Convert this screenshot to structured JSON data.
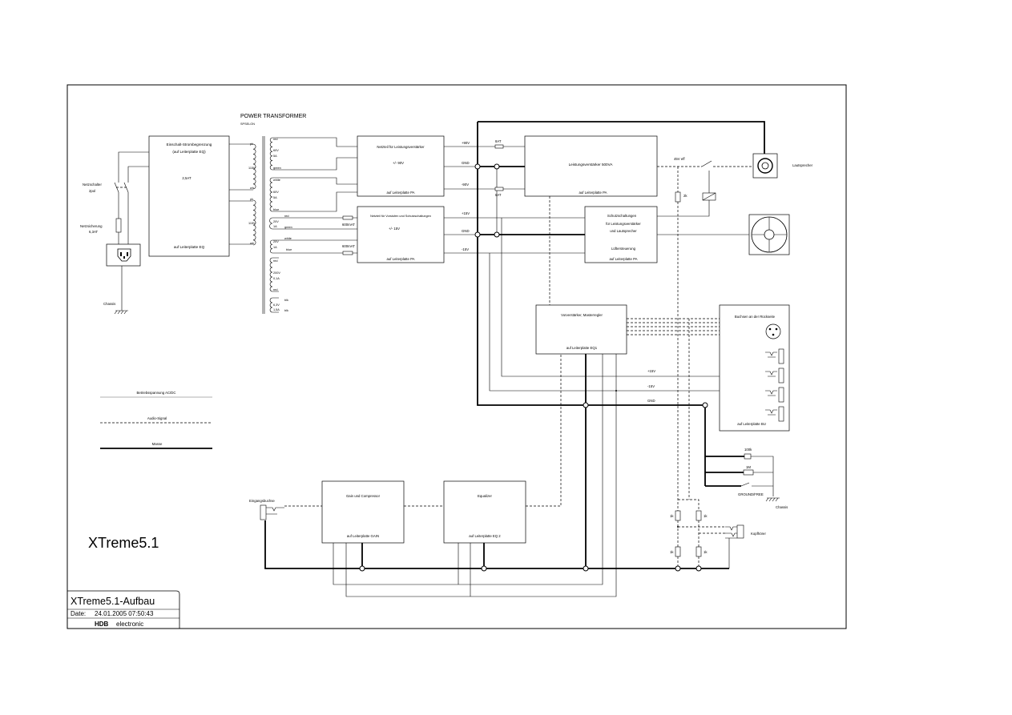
{
  "title": "XTreme5.1",
  "title_block": {
    "name": "XTreme5.1-Aufbau",
    "date_label": "Date:",
    "date": "24.01.2005 07:50:43",
    "logo": "HDB",
    "company": "electronic"
  },
  "legend": {
    "supply": "Betriebsspannung AC/DC",
    "audio": "Audio-Signal",
    "ground": "Masse"
  },
  "mains": {
    "switch_label": "Netzschalter",
    "switch_type": "2pol",
    "fuse_label": "Netzsicherung",
    "fuse_rating": "6,3AT",
    "chassis": "Chassis"
  },
  "inrush_limiter": {
    "title": "Einschalt-Strombegrenzung",
    "subtitle": "(auf Leiterplatte EQ)",
    "fuse": "2,5AT",
    "board": "auf Leiterplatte EQ"
  },
  "transformer": {
    "title": "POWER TRANSFORMER",
    "subtitle": "SPSELON",
    "primary": [
      {
        "top": "pk",
        "voltage": "115V",
        "bottom": "wh"
      },
      {
        "top": "pk",
        "voltage": "115V",
        "bottom": "wh"
      }
    ],
    "secondary": [
      {
        "top": "red",
        "voltage": "60V",
        "current": "5A",
        "bottom": "green"
      },
      {
        "top": "white",
        "voltage": "60V",
        "current": "5A",
        "bottom": "blue"
      },
      {
        "top": "red",
        "voltage": "20V",
        "current": "1A",
        "bottom": "green"
      },
      {
        "top": "white",
        "voltage": "20V",
        "current": "1A",
        "bottom": "blue"
      },
      {
        "top": "red",
        "voltage": "200V",
        "current": "0,1A",
        "bottom": "red"
      },
      {
        "top": "blk",
        "voltage": "6,3V",
        "current": "1,5A",
        "bottom": "blk"
      }
    ]
  },
  "fuses": [
    "600mAT",
    "600mAT",
    "8AT",
    "8AT"
  ],
  "psu_amp": {
    "title": "Netzteil für Leistungsverstärker",
    "voltage": "+/- 90V",
    "board": "auf Leiterplatte PA",
    "rails": [
      "+90V",
      "GND",
      "-90V"
    ]
  },
  "psu_aux": {
    "title": "Netzteil für Vorstufen und Schutzschaltungen",
    "voltage": "+/- 15V",
    "board": "auf Leiterplatte PA",
    "rails": [
      "+15V",
      "GND",
      "-15V"
    ]
  },
  "power_amp": {
    "title": "Leistungsverstärker 500VA",
    "board": "auf Leiterplatte PA",
    "output": "45V eff",
    "resistor": "2k"
  },
  "speaker": "Lautsprecher",
  "protection": {
    "line1": "Schutzschaltungen",
    "line2": "für Leistungsverstärker",
    "line3": "und Lautsprecher",
    "line4": "Lüftersteuerung",
    "board": "auf Leiterplatte PA"
  },
  "preamp": {
    "title": "Vorverstärker, Masterregler",
    "board": "auf Leiterplatte EQ1"
  },
  "rear_jacks": {
    "title": "Buchsen an der Rückseite",
    "board": "auf Leiterplatte BU",
    "rails": [
      "+15V",
      "-15V",
      "GND"
    ]
  },
  "gain": {
    "title": "Gain und Compressor",
    "board": "auf Leiterplatte GAIN"
  },
  "equalizer": {
    "title": "Equalizer",
    "board": "auf Leiterplatte EQ 2"
  },
  "input": "Eingangsbuchse",
  "ground_free": {
    "r1": "100k",
    "r2": "1M",
    "label": "GROUND/FREE",
    "chassis": "Chassis"
  },
  "headphone": {
    "resistors": [
      "1k",
      "1k",
      "1k",
      "1k"
    ],
    "label": "Kopfhörer"
  },
  "icons": {
    "speaker": "speaker-icon",
    "fan": "fan-icon",
    "mains_plug": "power-plug-icon",
    "xlr": "xlr-connector-icon",
    "jack": "jack-socket-icon",
    "ground": "ground-icon"
  },
  "colors": {
    "line": "#000000",
    "supply_line": "#666666",
    "background": "#ffffff"
  }
}
